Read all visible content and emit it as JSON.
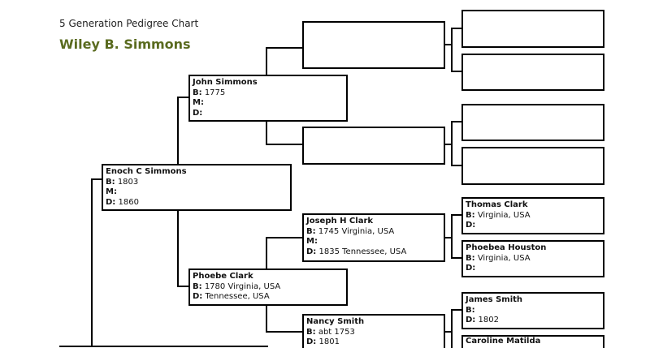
{
  "subtitle": "5 Generation Pedigree Chart",
  "title": "Wiley B. Simmons",
  "labels": {
    "b": "B:",
    "m": "M:",
    "d": "D:"
  },
  "people": {
    "enoch": {
      "name": "Enoch C Simmons",
      "b": "1803",
      "m": "",
      "d": "1860"
    },
    "john": {
      "name": "John Simmons",
      "b": "1775",
      "m": "",
      "d": ""
    },
    "phoebe": {
      "name": "Phoebe Clark",
      "b": "1780 Virginia, USA",
      "d": "Tennessee, USA"
    },
    "joseph": {
      "name": "Joseph H Clark",
      "b": "1745 Virginia, USA",
      "m": "",
      "d": "1835 Tennessee, USA"
    },
    "nancy": {
      "name": "Nancy Smith",
      "b": "abt 1753",
      "d": "1801"
    },
    "thomas": {
      "name": "Thomas Clark",
      "b": "Virginia, USA",
      "d": ""
    },
    "phoebea": {
      "name": "Phoebea Houston",
      "b": "Virginia, USA",
      "d": ""
    },
    "james": {
      "name": "James Smith",
      "b": "",
      "d": "1802"
    },
    "caroline": {
      "name": "Caroline Matilda"
    }
  }
}
